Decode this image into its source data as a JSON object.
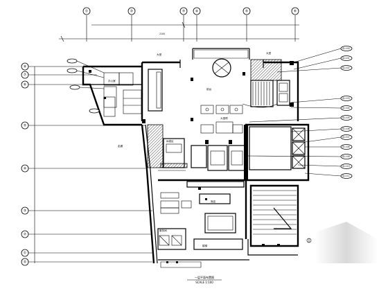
{
  "grid": {
    "top": [
      "①",
      "②",
      "③",
      "④",
      "⑤",
      "⑥"
    ],
    "left": [
      "⑧",
      "⑦",
      "⑥",
      "⑤",
      "④",
      "③",
      "②",
      "①",
      "⓪"
    ]
  },
  "room_labels": {
    "hall_top": "大堂",
    "hall_right": "大堂",
    "office_1": "办公室",
    "desk": "前台",
    "lobby": "大堂吧",
    "lounge": "休息区",
    "corridor": "走廊",
    "shop": "商店",
    "stair": "楼梯",
    "service": "服务间"
  },
  "callouts": [
    "ID-100",
    "ID-101",
    "ID-102",
    "ID-103",
    "ID-104",
    "ID-105",
    "ID-106",
    "ID-107",
    "ID-108",
    "ID-109",
    "ID-110",
    "ID-111"
  ],
  "dimension_text": "2100",
  "caption": {
    "title": "一层平面布置图",
    "scale": "SCALE 1:100"
  },
  "colors": {
    "ink": "#000000",
    "paper": "#ffffff",
    "shadow": "#d9d9d9"
  }
}
